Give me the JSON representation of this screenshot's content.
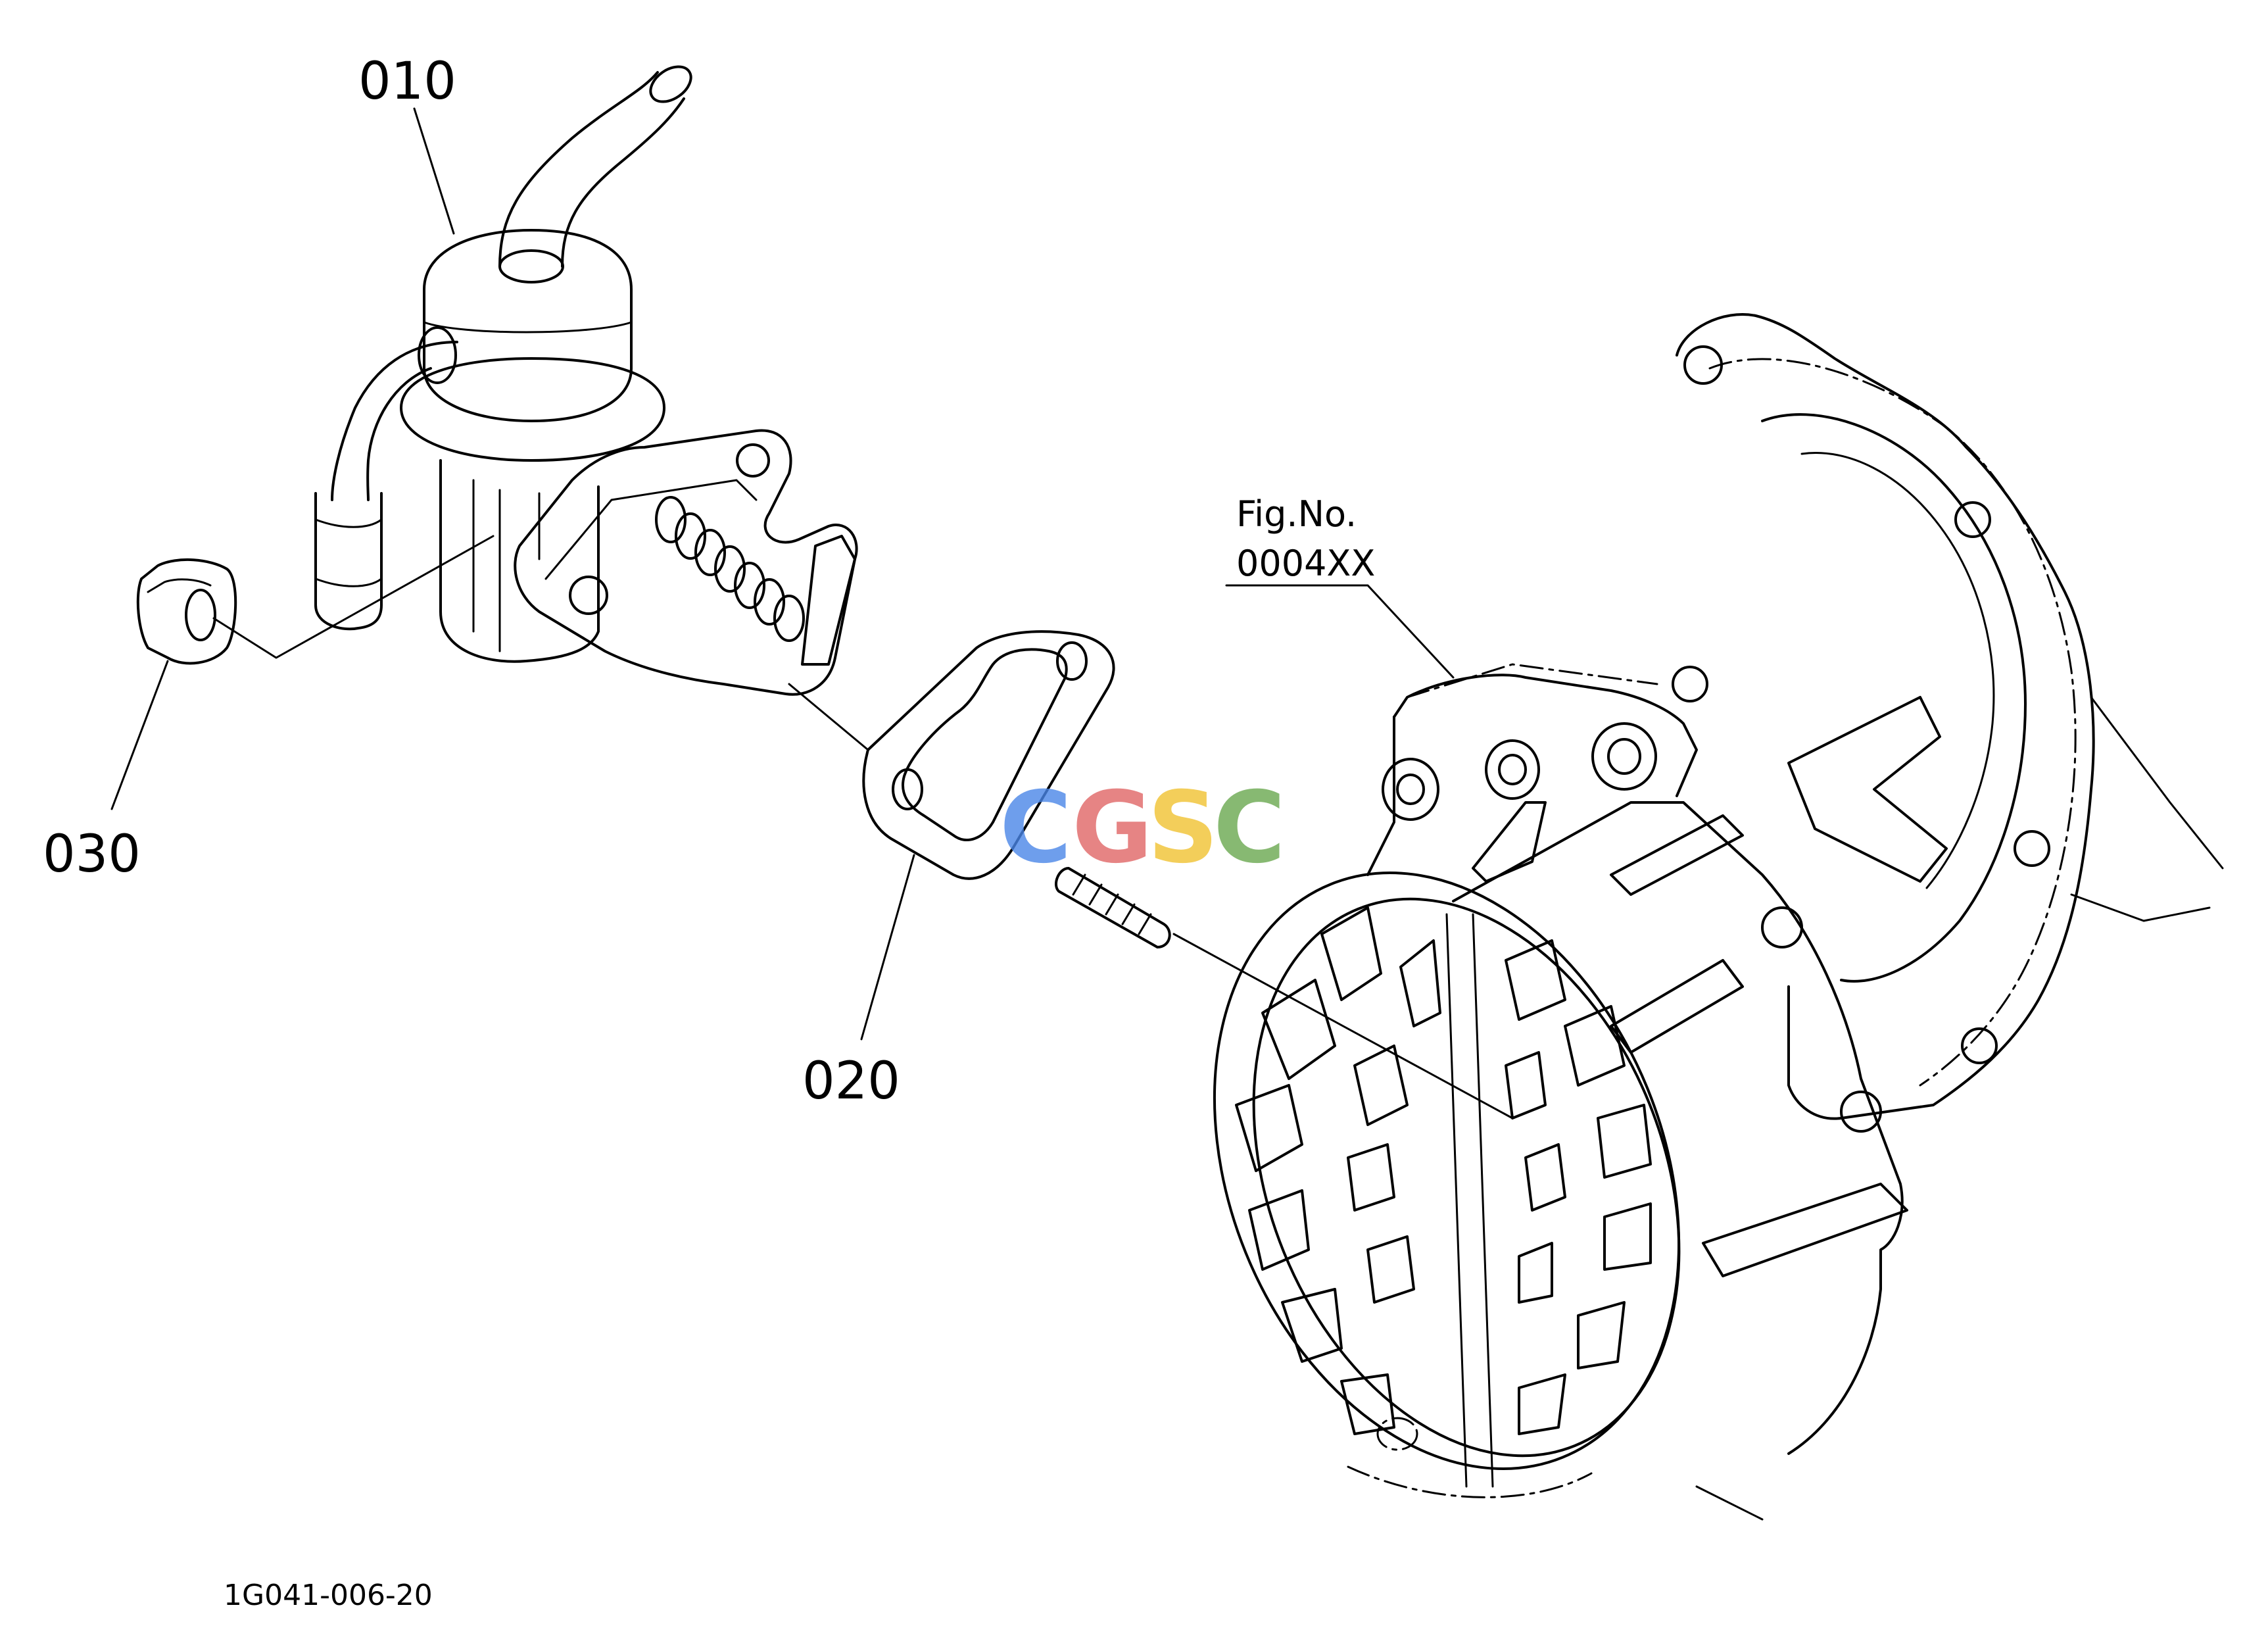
{
  "callouts": {
    "part_010": "010",
    "part_020": "020",
    "part_030": "030"
  },
  "figure_ref": {
    "line1": "Fig.No.",
    "line2": "0004XX"
  },
  "drawing_code": "1G041-006-20",
  "watermark": {
    "letters": [
      "C",
      "G",
      "S",
      "C"
    ],
    "colors": [
      "#4a86e8",
      "#e06666",
      "#f1c232",
      "#6aa84f"
    ]
  }
}
